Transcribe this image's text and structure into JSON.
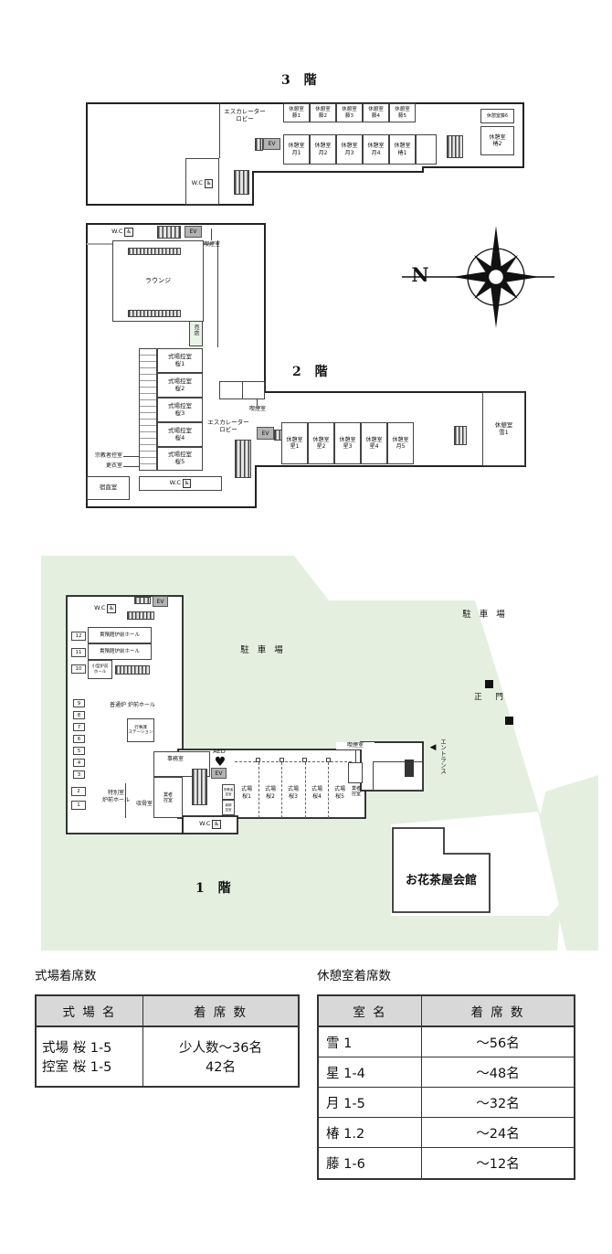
{
  "floor3": {
    "title": "3 階",
    "escalator_lobby": "エスカレーター\nロビー",
    "wc": "W.C",
    "wc_icon": "♿",
    "ev": "EV",
    "rooms_top": [
      "休憩室\n藤1",
      "休憩室\n藤2",
      "休憩室\n藤3",
      "休憩室\n藤4",
      "休憩室\n藤5"
    ],
    "room_fuji6": "休憩室藤6",
    "room_tsubaki2": "休憩室\n椿2",
    "rooms_mid": [
      "休憩室\n月1",
      "休憩室\n月2",
      "休憩室\n月3",
      "休憩室\n月4",
      "休憩室\n椿1"
    ]
  },
  "floor2": {
    "title": "2 階",
    "wc_top": "W.C",
    "wc_icon": "♿",
    "ev": "EV",
    "smoking_top": "喫煙室",
    "lounge": "ラウンジ",
    "shop": "売店",
    "waiting_rooms": [
      "式場控室\n桜1",
      "式場控室\n桜2",
      "式場控室\n桜3",
      "式場控室\n桜4",
      "式場控室\n桜5"
    ],
    "clergy_room": "宗教者控室",
    "changing_room": "更衣室",
    "night_duty_room": "宿直室",
    "wc_bottom": "W.C",
    "escalator_lobby": "エスカレーター\nロビー",
    "smoking_right": "喫煙室",
    "rest_rooms": [
      "休憩室\n星1",
      "休憩室\n星2",
      "休憩室\n星3",
      "休憩室\n星4",
      "休憩室\n月5"
    ],
    "room_yuki1": "休憩室\n雪1"
  },
  "compass": {
    "north": "N"
  },
  "floor1": {
    "title": "1 階",
    "wc_top": "W.C",
    "wc_icon": "♿",
    "ev_top": "EV",
    "ev": "EV",
    "kihinkan_hall_1": "貴殯館炉前ホール",
    "kihinkan_hall_2": "貴殯館炉前ホール",
    "kogata_hall": "小型炉前\nホール",
    "futsuro_hall": "普通炉 炉前ホール",
    "gyojika_station": "行事課\nステーション",
    "furnace_numbers": [
      "12",
      "11",
      "10",
      "9",
      "8",
      "7",
      "6",
      "5",
      "4",
      "3",
      "2",
      "1"
    ],
    "tokubetsu_hall": "特別室\n炉前ホール",
    "shukotsu_room": "収骨室",
    "office": "事務室",
    "vendor_room_1": "業者\n控室",
    "aed": "AED",
    "heart_icon": "♥",
    "clergy_room": "宗教者\n控室",
    "doshi_room": "導師\n控室",
    "ceremony_halls": [
      "式場\n桜1",
      "式場\n桜2",
      "式場\n桜3",
      "式場\n桜4",
      "式場\n桜5"
    ],
    "smoking": "喫煙室",
    "vendor_room_2": "業者\n控室",
    "wc_bottom": "W.C",
    "entrance": "エントランス",
    "entrance_arrow": "◀",
    "parking_left": "駐 車 場",
    "parking_right": "駐 車 場",
    "main_gate": "正 門",
    "kaikan": "お花茶屋会館"
  },
  "tables": {
    "ceremony": {
      "title": "式場着席数",
      "col_name": "式 場 名",
      "col_seats": "着 席 数",
      "row_name": "式場 桜 1-5\n控室 桜 1-5",
      "row_seats": "少人数〜36名\n42名"
    },
    "rest": {
      "title": "休憩室着席数",
      "col_name": "室 名",
      "col_seats": "着 席 数",
      "rows": [
        {
          "name": "雪 1",
          "seats": "〜56名"
        },
        {
          "name": "星 1-4",
          "seats": "〜48名"
        },
        {
          "name": "月 1-5",
          "seats": "〜32名"
        },
        {
          "name": "椿 1.2",
          "seats": "〜24名"
        },
        {
          "name": "藤 1-6",
          "seats": "〜12名"
        }
      ]
    }
  }
}
